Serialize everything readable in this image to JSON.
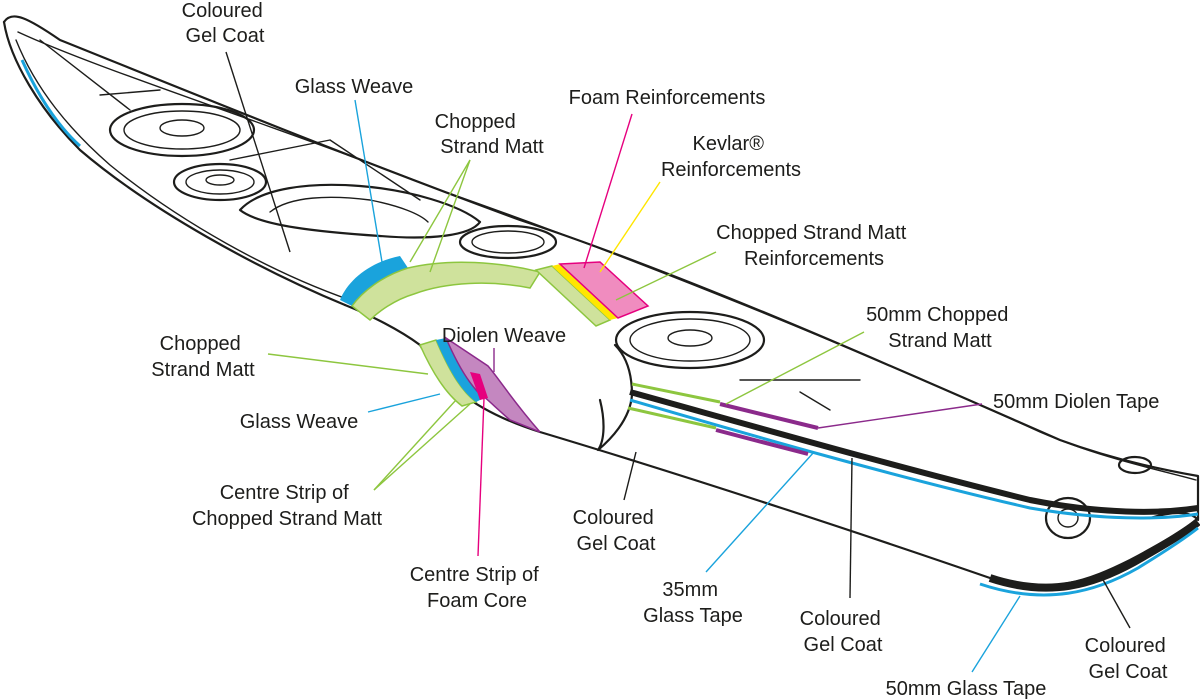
{
  "colors": {
    "outline": "#1d1d1b",
    "glass_weave": "#1aa3dc",
    "chopped_strand_matt": "#8dc63f",
    "chopped_strand_matt_fill": "#cfe29c",
    "foam": "#e6007e",
    "foam_fill": "#f08cbf",
    "kevlar": "#ffe600",
    "diolen": "#8b2a8b",
    "diolen_fill": "#c487c0",
    "gel_coat": "#1d1d1b"
  },
  "labels": {
    "coloured_gel_coat_top": [
      "Coloured",
      "Gel Coat"
    ],
    "glass_weave_top": [
      "Glass Weave"
    ],
    "chopped_strand_matt_top": [
      "Chopped",
      "Strand Matt"
    ],
    "foam_reinforcements": [
      "Foam Reinforcements"
    ],
    "kevlar_reinforcements": [
      "Kevlar®",
      "Reinforcements"
    ],
    "chopped_strand_matt_reinforcements": [
      "Chopped Strand Matt",
      "Reinforcements"
    ],
    "chopped_50mm": [
      "50mm Chopped",
      "Strand Matt"
    ],
    "diolen_tape_50mm": [
      "50mm Diolen Tape"
    ],
    "chopped_strand_matt_left": [
      "Chopped",
      "Strand Matt"
    ],
    "diolen_weave": [
      "Diolen Weave"
    ],
    "glass_weave_left": [
      "Glass Weave"
    ],
    "centre_strip_csm": [
      "Centre Strip of",
      "Chopped Strand Matt"
    ],
    "centre_strip_foam": [
      "Centre Strip of",
      "Foam Core"
    ],
    "coloured_gel_coat_mid": [
      "Coloured",
      "Gel Coat"
    ],
    "glass_tape_35mm": [
      "35mm",
      "Glass Tape"
    ],
    "coloured_gel_coat_keel": [
      "Coloured",
      "Gel Coat"
    ],
    "coloured_gel_coat_stern": [
      "Coloured",
      "Gel Coat"
    ],
    "glass_tape_50mm": [
      "50mm Glass Tape"
    ]
  }
}
